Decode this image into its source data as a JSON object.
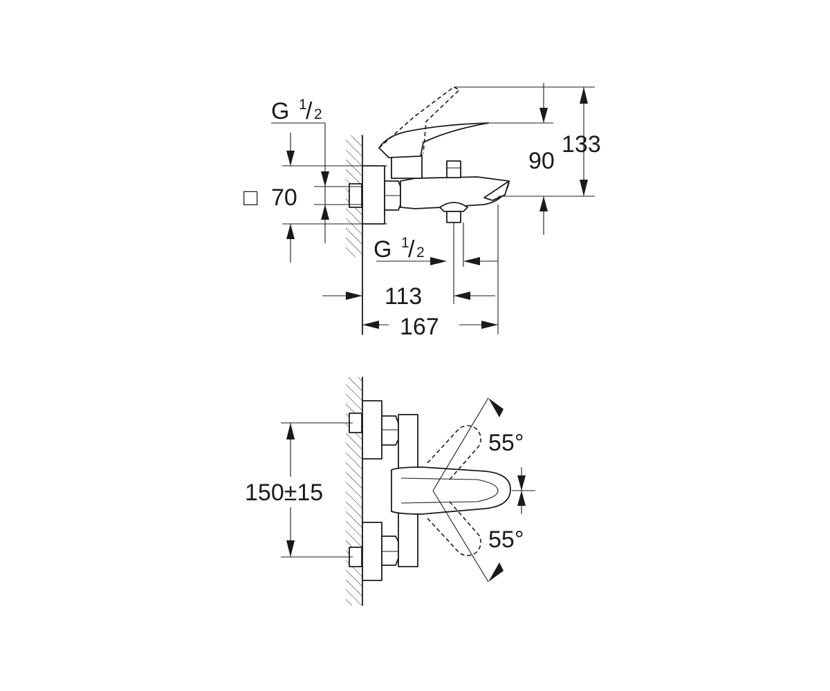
{
  "side_view": {
    "inlet_thread": {
      "letter": "G",
      "num": "1",
      "den": "2"
    },
    "square_symbol": "□",
    "plate_size": "70",
    "height_upper": "133",
    "height_lower": "90",
    "outlet_thread": {
      "letter": "G",
      "num": "1",
      "den": "2"
    },
    "depth_outlet": "113",
    "depth_total": "167"
  },
  "top_view": {
    "centers": "150±15",
    "angle_upper": "55°",
    "angle_lower": "55°"
  }
}
